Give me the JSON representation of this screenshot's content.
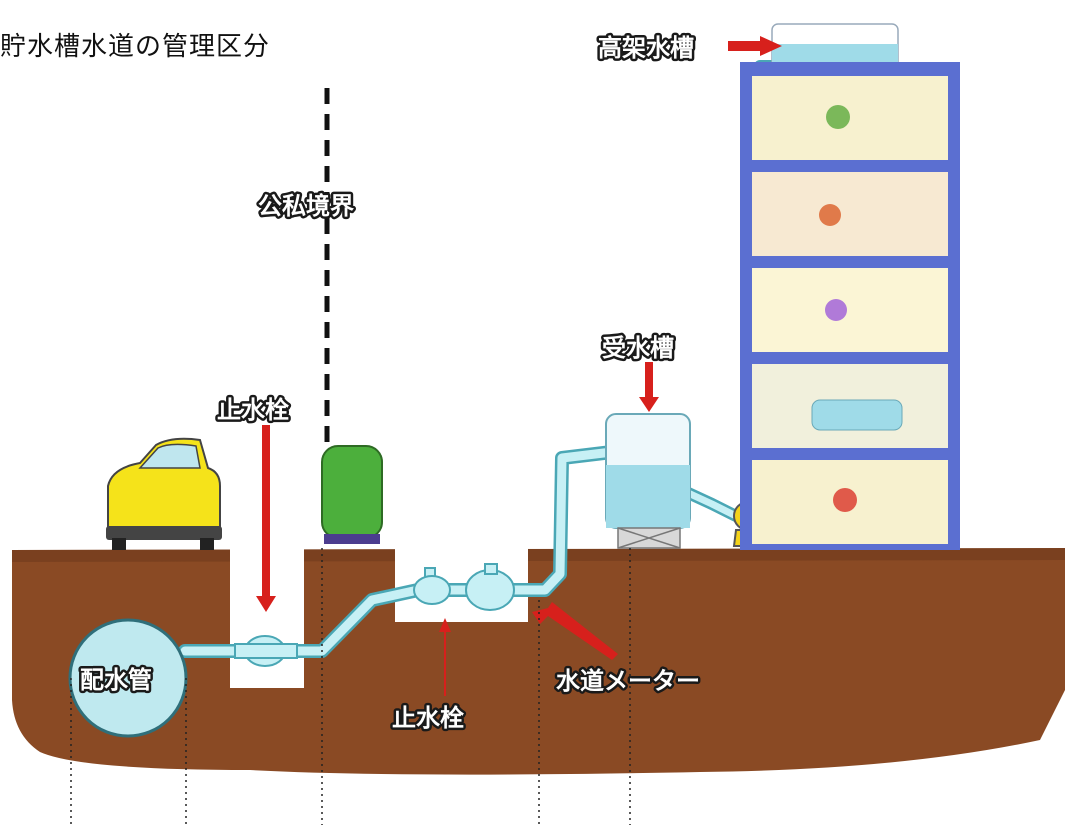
{
  "title": "貯水槽水道の管理区分",
  "labels": {
    "elevated_tank": "高架水槽",
    "public_private_boundary": "公私境界",
    "stop_valve_top": "止水栓",
    "receiving_tank": "受水槽",
    "distribution_main": "配水管",
    "stop_valve_bottom": "止水栓",
    "water_meter": "水道メーター"
  },
  "colors": {
    "soil": "#8b4a26",
    "pipe": "#bfe9ef",
    "pipe_outline": "#4aa7b5",
    "arrow": "#d7201c",
    "building_frame": "#5b6fd1",
    "car": "#f4e21a",
    "bush": "#4caf3c"
  }
}
